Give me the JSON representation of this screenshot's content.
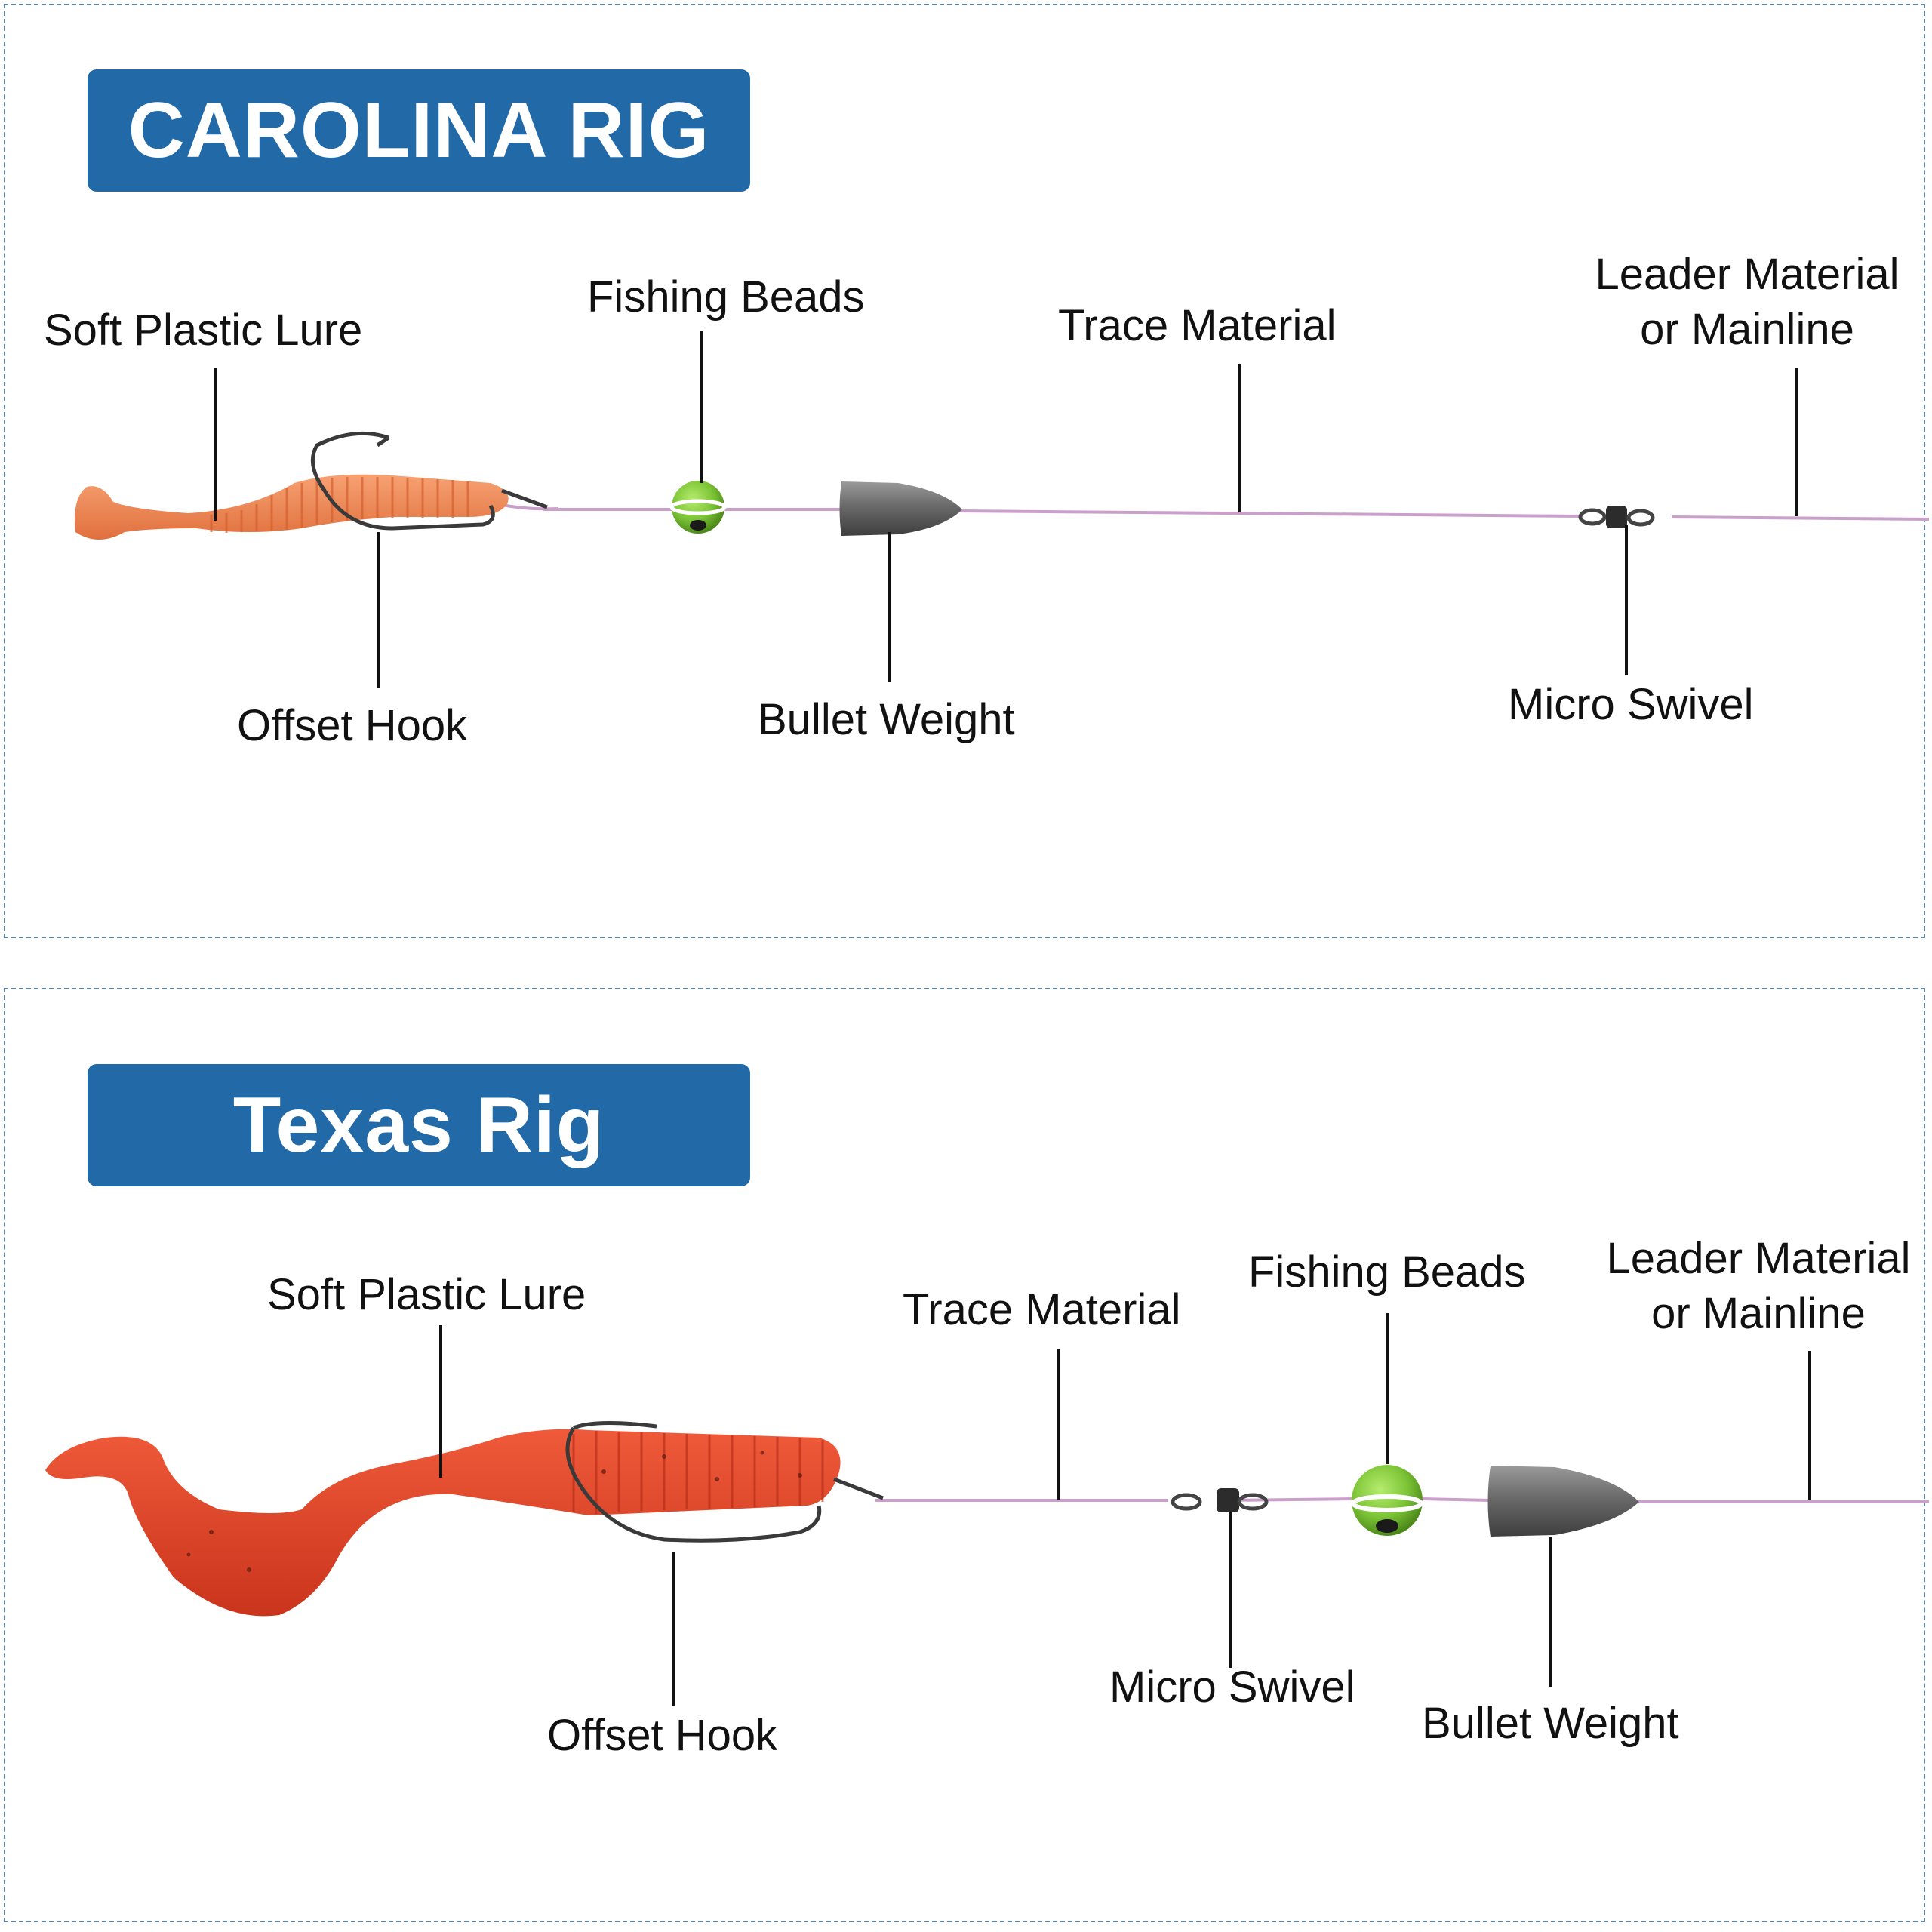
{
  "colors": {
    "badge": "#2269a8",
    "panel_border": "#5f86aa",
    "line": "#c9a0c9",
    "lure_carolina": "#f08a5a",
    "lure_texas": "#e2482c",
    "bead": "#7cc436",
    "weight": "#6e6e6e"
  },
  "carolina": {
    "title": "CAROLINA RIG",
    "labels": {
      "soft_plastic_lure": "Soft Plastic Lure",
      "fishing_beads": "Fishing Beads",
      "trace_material": "Trace Material",
      "leader_line1": "Leader Material",
      "leader_line2": "or Mainline",
      "offset_hook": "Offset Hook",
      "bullet_weight": "Bullet Weight",
      "micro_swivel": "Micro Swivel"
    }
  },
  "texas": {
    "title": "Texas Rig",
    "labels": {
      "soft_plastic_lure": "Soft Plastic Lure",
      "trace_material": "Trace Material",
      "fishing_beads": "Fishing Beads",
      "leader_line1": "Leader Material",
      "leader_line2": "or Mainline",
      "micro_swivel": "Micro Swivel",
      "bullet_weight": "Bullet Weight",
      "offset_hook": "Offset Hook"
    }
  }
}
